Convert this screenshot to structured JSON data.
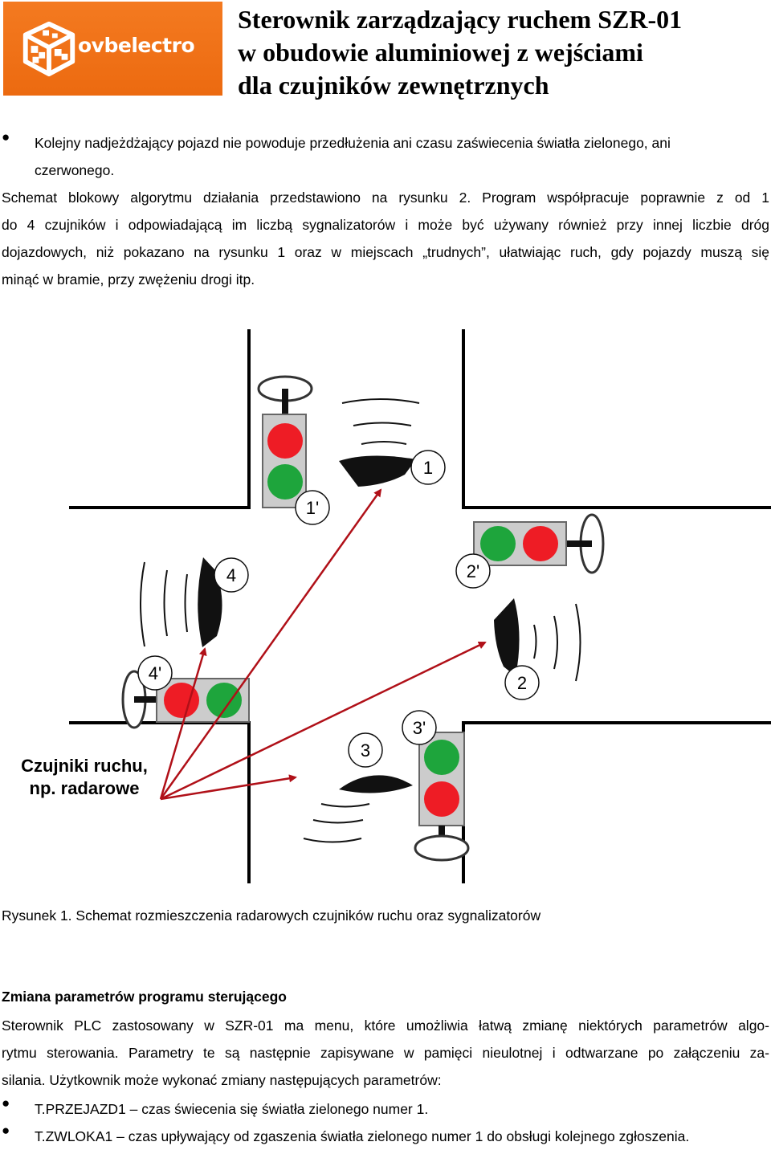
{
  "header": {
    "logo_text": "ovbelectro",
    "title_lines": [
      "Sterownik zarządzający ruchem SZR-01",
      "w obudowie aluminiowej z wejściami",
      "dla czujników zewnętrznych"
    ]
  },
  "intro": {
    "bullet_lines": [
      "Kolejny nadjeżdżający pojazd nie powoduje przedłużenia ani czasu zaświecenia światła zielonego, ani",
      "czerwonego."
    ],
    "paragraph_lines": [
      "Schemat blokowy algorytmu działania przedstawiono na rysunku 2. Program współpracuje poprawnie z od 1",
      "do 4 czujników i odpowiadającą im liczbą sygnalizatorów i może być używany również przy innej liczbie dróg",
      "dojazdowych, niż pokazano na rysunku 1 oraz w miejscach „trudnych”, ułatwiając ruch, gdy pojazdy muszą się",
      "minąć w bramie, przy zwężeniu drogi itp."
    ]
  },
  "diagram": {
    "sensor_label_lines": [
      "Czujniki ruchu,",
      "np. radarowe"
    ],
    "sensor_numbers": [
      "1",
      "2",
      "3",
      "4"
    ],
    "signal_numbers": [
      "1'",
      "2'",
      "3'",
      "4'"
    ],
    "colors": {
      "red": "#ee1c25",
      "green": "#1ea53c",
      "arrow": "#b01018",
      "housing": "#cccccc"
    }
  },
  "caption": "Rysunek 1. Schemat rozmieszczenia radarowych czujników ruchu oraz sygnalizatorów",
  "section": {
    "heading": "Zmiana parametrów programu sterującego",
    "paragraph_lines": [
      "Sterownik PLC zastosowany w SZR-01 ma menu, które umożliwia łatwą zmianę niektórych parametrów algo-",
      "rytmu sterowania. Parametry te są następnie zapisywane w pamięci nieulotnej i odtwarzane po załączeniu za-",
      "silania. Użytkownik może wykonać zmiany następujących parametrów:"
    ],
    "params": [
      {
        "name": "T.PRZEJAZD1",
        "desc": " – czas świecenia się światła zielonego numer 1."
      },
      {
        "name": "T.ZWLOKA1",
        "desc": " – czas upływający od zgaszenia światła zielonego numer 1 do obsługi kolejnego zgłoszenia."
      }
    ]
  }
}
